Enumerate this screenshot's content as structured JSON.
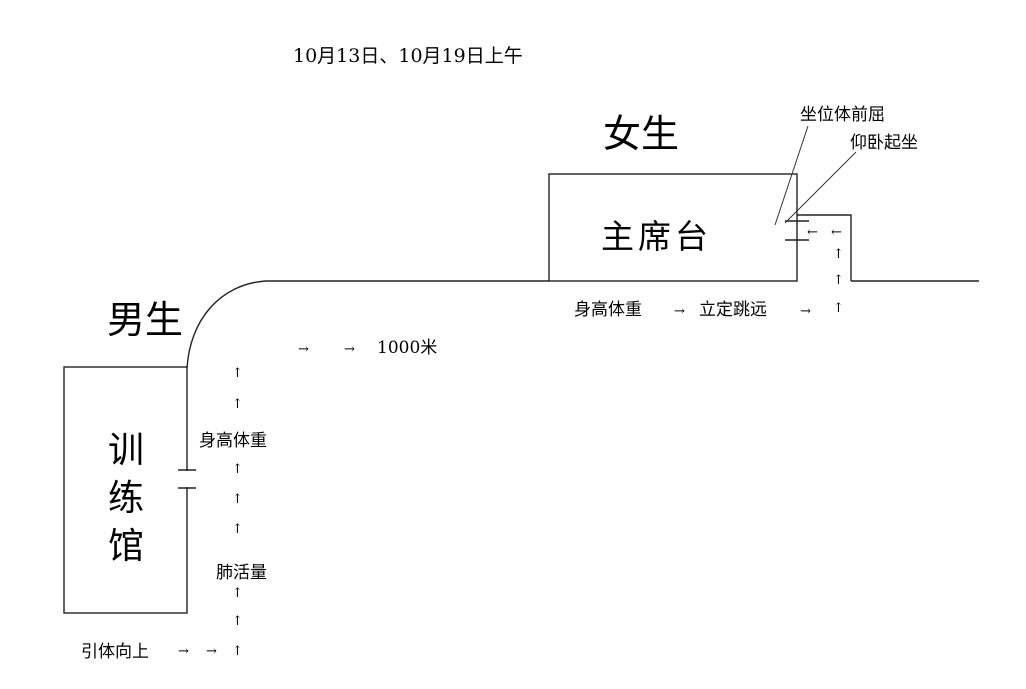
{
  "title": "10月13日、10月19日上午",
  "labels": {
    "girls": "女生",
    "boys": "男生",
    "grandstand": "主席台",
    "gym": "训练馆",
    "sit_and_reach": "坐位体前屈",
    "sit_ups": "仰卧起坐",
    "height_weight": "身高体重",
    "standing_long_jump": "立定跳远",
    "run_1000m": "1000米",
    "vital_capacity": "肺活量",
    "pull_ups": "引体向上"
  },
  "arrows": {
    "up": "↑",
    "right": "→",
    "left": "←"
  }
}
